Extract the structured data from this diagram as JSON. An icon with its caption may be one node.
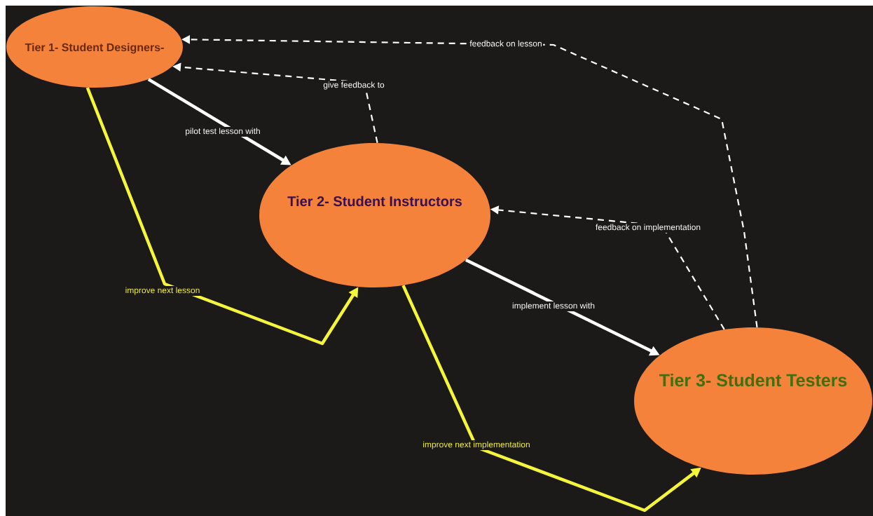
{
  "diagram": {
    "nodes": [
      {
        "text": [
          "Tier 1- Student Designers-"
        ]
      },
      {
        "text": [
          "Tier 2- Student Instructors"
        ]
      },
      {
        "text": [
          "Tier 3- Student Testers"
        ]
      }
    ],
    "edges": [
      {
        "from": 0,
        "to": 1,
        "arrow": "to",
        "label": "pilot test lesson with"
      },
      {
        "from": 1,
        "to": 0,
        "arrow": "to",
        "label": "give feedback to",
        "style": "dashed"
      },
      {
        "from": 2,
        "to": 0,
        "arrow": "to",
        "label": "feedback on lesson",
        "style": "dashed"
      },
      {
        "from": 2,
        "to": 1,
        "arrow": "to",
        "label": "feedback  on implementation",
        "style": "dashed"
      },
      {
        "from": 1,
        "to": 2,
        "arrow": "to",
        "label": "implement lesson with"
      },
      {
        "from": 0,
        "to": 1,
        "arrow": "to",
        "label": "improve next lesson",
        "color": "#f5f53a"
      },
      {
        "from": 1,
        "to": 2,
        "arrow": "to",
        "label": "improve next implementation",
        "color": "#f5f53a"
      }
    ]
  }
}
